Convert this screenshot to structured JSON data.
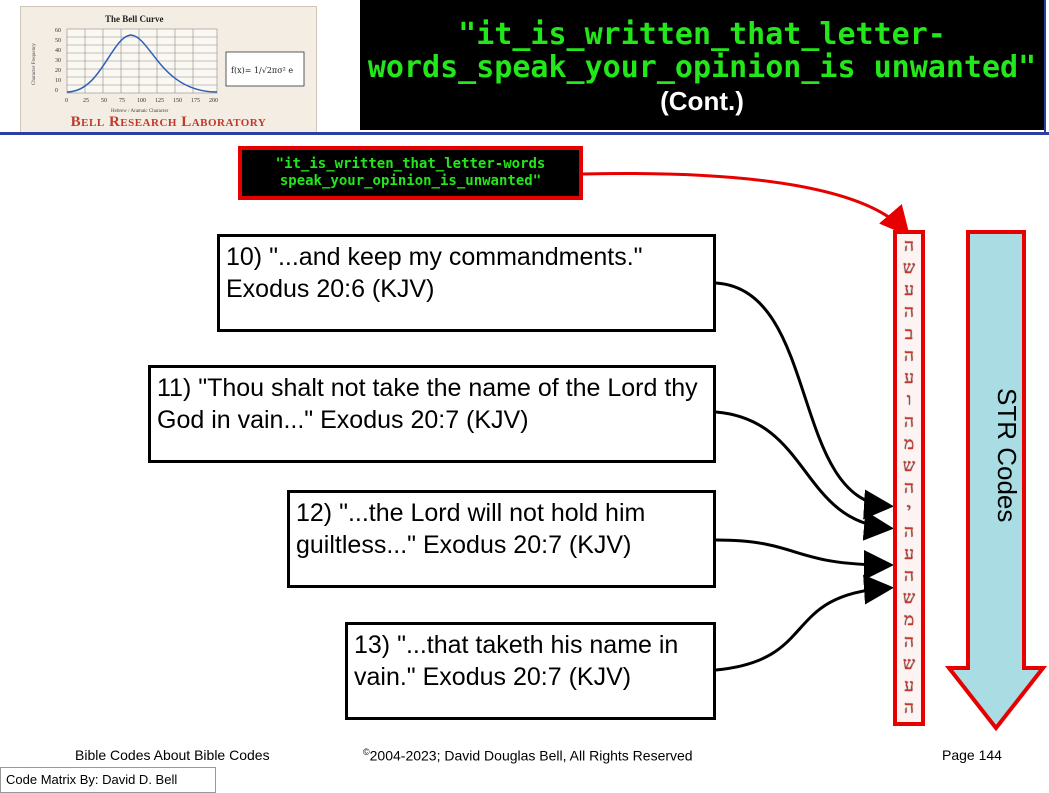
{
  "logo": {
    "curve_title": "The Bell Curve",
    "lab_name": "Bell Research Laboratory",
    "y_ticks": [
      "60",
      "50",
      "40",
      "30",
      "20",
      "10",
      "0"
    ],
    "x_ticks": [
      "0",
      "25",
      "50",
      "75",
      "100",
      "125",
      "150",
      "175",
      "200"
    ],
    "y_axis_label": "Character Frequency",
    "x_axis_label": "Hebrew / Aramaic Character"
  },
  "title": {
    "main": "\"it_is_written_that_letter-words_speak_your_opinion_is unwanted\"",
    "cont": "(Cont.)"
  },
  "code_label": "\"it_is_written_that_letter-words speak_your_opinion_is_unwanted\"",
  "verses": [
    {
      "text": "10) \"...and keep my commandments.\" Exodus 20:6 (KJV)"
    },
    {
      "text": "11) \"Thou shalt not take the name of the Lord thy God in vain...\" Exodus 20:7 (KJV)"
    },
    {
      "text": "12) \"...the Lord will not hold him guiltless...\" Exodus 20:7 (KJV)"
    },
    {
      "text": "13) \"...that taketh his name in vain.\" Exodus 20:7 (KJV)"
    }
  ],
  "str_label": "STR Codes",
  "glyphs": [
    "ה",
    "ש",
    "ע",
    "ה",
    "ב",
    "ה",
    "ע",
    "ו",
    "ה",
    "מ",
    "ש",
    "ה",
    "י",
    "ה",
    "ע",
    "ה",
    "ש",
    "מ",
    "ה",
    "ש",
    "ע",
    "ה"
  ],
  "footer": {
    "left": "Bible Codes About Bible Codes",
    "center_symbol": "©",
    "center": "2004-2023; David Douglas Bell, All Rights Reserved",
    "right": "Page 144"
  },
  "matrix_credit": "Code Matrix By: David D. Bell",
  "colors": {
    "code_green": "#23e61b",
    "accent_red": "#e60000",
    "rule_blue": "#2d3ea3",
    "arrow_fill": "#a9dce3"
  }
}
